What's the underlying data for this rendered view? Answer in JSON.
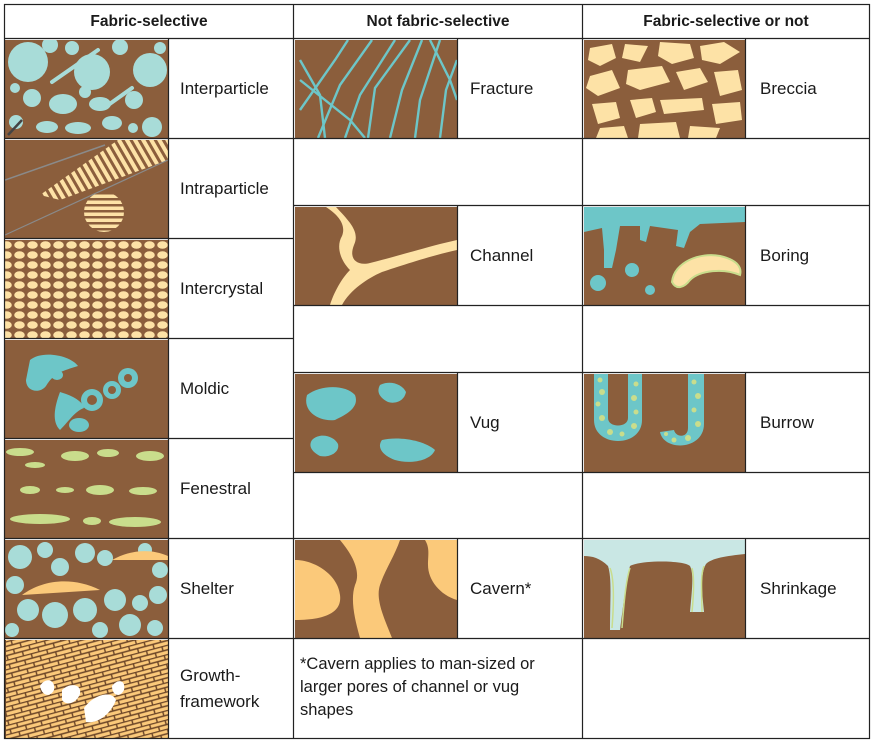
{
  "headers": {
    "col1": "Fabric-selective",
    "col2": "Not fabric-selective",
    "col3": "Fabric-selective or not"
  },
  "fabric_selective": [
    {
      "label": "Interparticle",
      "icon": "interparticle-porosity-icon"
    },
    {
      "label": "Intraparticle",
      "icon": "intraparticle-porosity-icon"
    },
    {
      "label": "Intercrystal",
      "icon": "intercrystal-porosity-icon"
    },
    {
      "label": "Moldic",
      "icon": "moldic-porosity-icon"
    },
    {
      "label": "Fenestral",
      "icon": "fenestral-porosity-icon"
    },
    {
      "label": "Shelter",
      "icon": "shelter-porosity-icon"
    },
    {
      "label": "Growth-\nframework",
      "icon": "growth-framework-porosity-icon"
    }
  ],
  "not_fabric_selective": [
    {
      "label": "Fracture",
      "icon": "fracture-porosity-icon"
    },
    {
      "label": "Channel",
      "icon": "channel-porosity-icon"
    },
    {
      "label": "Vug",
      "icon": "vug-porosity-icon"
    },
    {
      "label": "Cavern*",
      "icon": "cavern-porosity-icon"
    }
  ],
  "either": [
    {
      "label": "Breccia",
      "icon": "breccia-porosity-icon"
    },
    {
      "label": "Boring",
      "icon": "boring-porosity-icon"
    },
    {
      "label": "Burrow",
      "icon": "burrow-porosity-icon"
    },
    {
      "label": "Shrinkage",
      "icon": "shrinkage-porosity-icon"
    }
  ],
  "footnote": "*Cavern applies to man-sized or larger pores of channel or vug shapes",
  "colors": {
    "matrix": "#8b5e3c",
    "pore_blue": "#7fcfcf",
    "grain_cream": "#fde2a6",
    "grain_green": "#c9dd8c",
    "grain_orange": "#fbc97a",
    "grid": "#222222"
  }
}
